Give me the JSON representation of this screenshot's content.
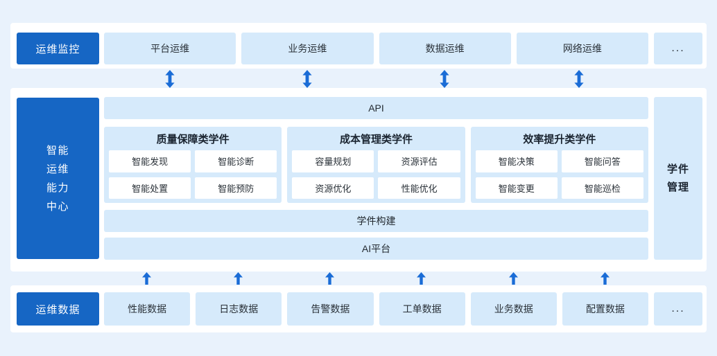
{
  "colors": {
    "page_bg": "#e9f2fc",
    "card_bg": "#ffffff",
    "primary_blue": "#1666c4",
    "node_bg": "#d6eafb",
    "arrow_blue": "#1a6cd6",
    "text_dark": "#2a3138",
    "text_white": "#ffffff"
  },
  "icons": {
    "top_connector": "double-arrow-icon",
    "bottom_connector": "up-arrow-icon"
  },
  "top_row": {
    "label": "运维监控",
    "items": [
      "平台运维",
      "业务运维",
      "数据运维",
      "网络运维"
    ],
    "more": "..."
  },
  "center": {
    "label_lines": [
      "智能",
      "运维",
      "能力",
      "中心"
    ],
    "api_bar": "API",
    "panels": [
      {
        "title": "质量保障类学件",
        "items": [
          "智能发现",
          "智能诊断",
          "智能处置",
          "智能预防"
        ]
      },
      {
        "title": "成本管理类学件",
        "items": [
          "容量规划",
          "资源评估",
          "资源优化",
          "性能优化"
        ]
      },
      {
        "title": "效率提升类学件",
        "items": [
          "智能决策",
          "智能问答",
          "智能变更",
          "智能巡检"
        ]
      }
    ],
    "build_bar": "学件构建",
    "ai_bar": "AI平台",
    "right_label_lines": [
      "学件",
      "管理"
    ]
  },
  "bottom_row": {
    "label": "运维数据",
    "items": [
      "性能数据",
      "日志数据",
      "告警数据",
      "工单数据",
      "业务数据",
      "配置数据"
    ],
    "more": "..."
  }
}
